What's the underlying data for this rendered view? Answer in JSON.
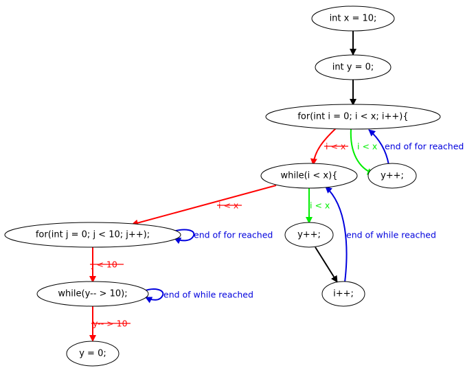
{
  "colors": {
    "sequential": "#000000",
    "condition_false": "#ff0000",
    "condition_true": "#00ee00",
    "loop_end": "#0000dd"
  },
  "nodes": {
    "int_x": "int x = 10;",
    "int_y": "int y = 0;",
    "for_i": "for(int i = 0; i < x; i++){",
    "while_i": "while(i < x){",
    "y_inc_for": "y++;",
    "for_j": "for(int j = 0; j < 10; j++);",
    "y_inc_while": "y++;",
    "i_inc": "i++;",
    "while_y": "while(y-- > 10);",
    "y_zero": "y = 0;"
  },
  "edges": {
    "for_i_false": "i < x",
    "for_i_true": "i < x",
    "for_i_end": "end of for reached",
    "while_i_false": "i < x",
    "while_i_true": "i < x",
    "while_i_end": "end of while reached",
    "for_j_end": "end of for reached",
    "for_j_false": "j < 10",
    "while_y_end": "end of while reached",
    "while_y_false": "y-- > 10"
  }
}
